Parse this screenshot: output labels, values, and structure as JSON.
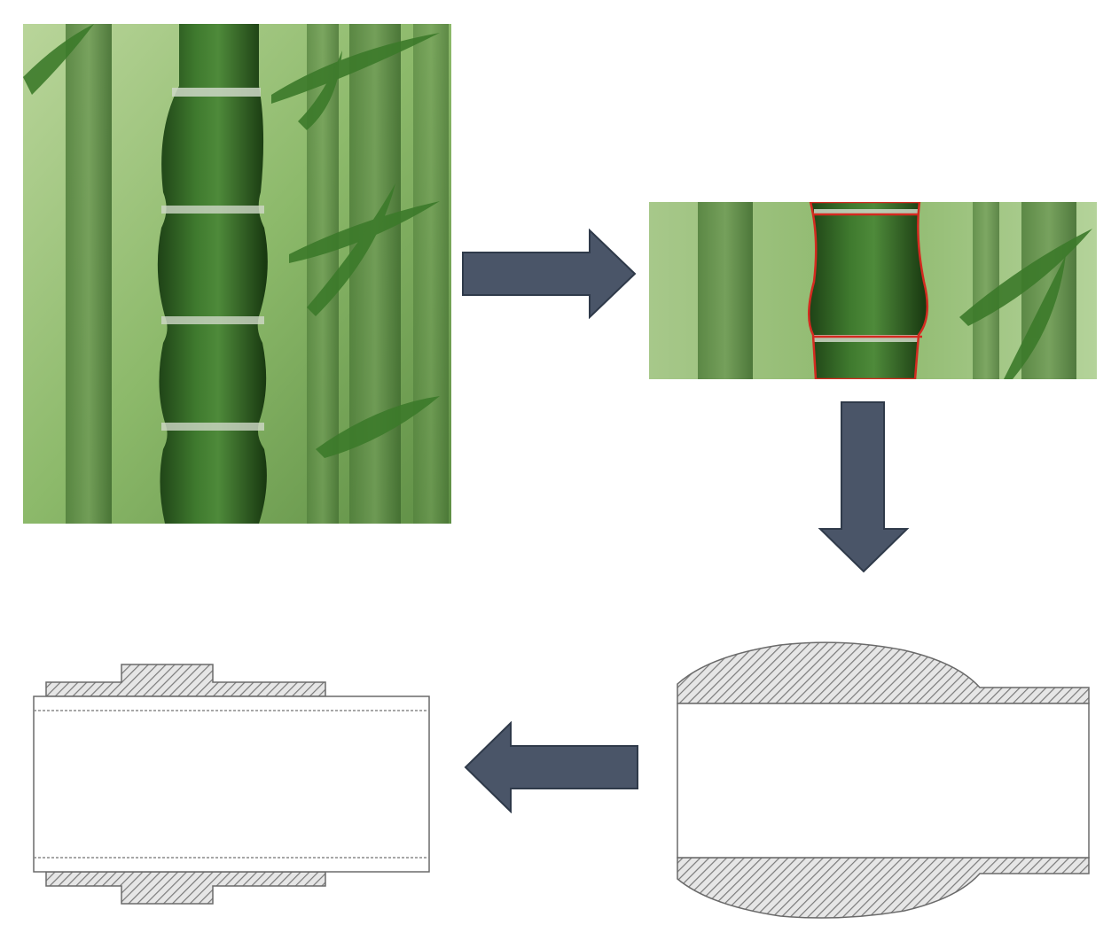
{
  "images": {
    "bamboo_photo": "bamboo-stalk-photo",
    "cropped_segment": "bamboo-segment-with-red-outline"
  },
  "diagrams": {
    "profiled_section": "hatched-cross-section-curved",
    "stepped_section": "hatched-cross-section-stepped"
  },
  "icons": {
    "arrow_right": "arrow-right-icon",
    "arrow_down": "arrow-down-icon",
    "arrow_left": "arrow-left-icon"
  },
  "colors": {
    "arrow_fill": "#4a5568",
    "arrow_stroke": "#2f3a4a",
    "outline_red": "#d42a20",
    "hatch": "#7a7a7a",
    "bamboo_dark": "#2d5a1f",
    "bamboo_light": "#9ec77a"
  }
}
